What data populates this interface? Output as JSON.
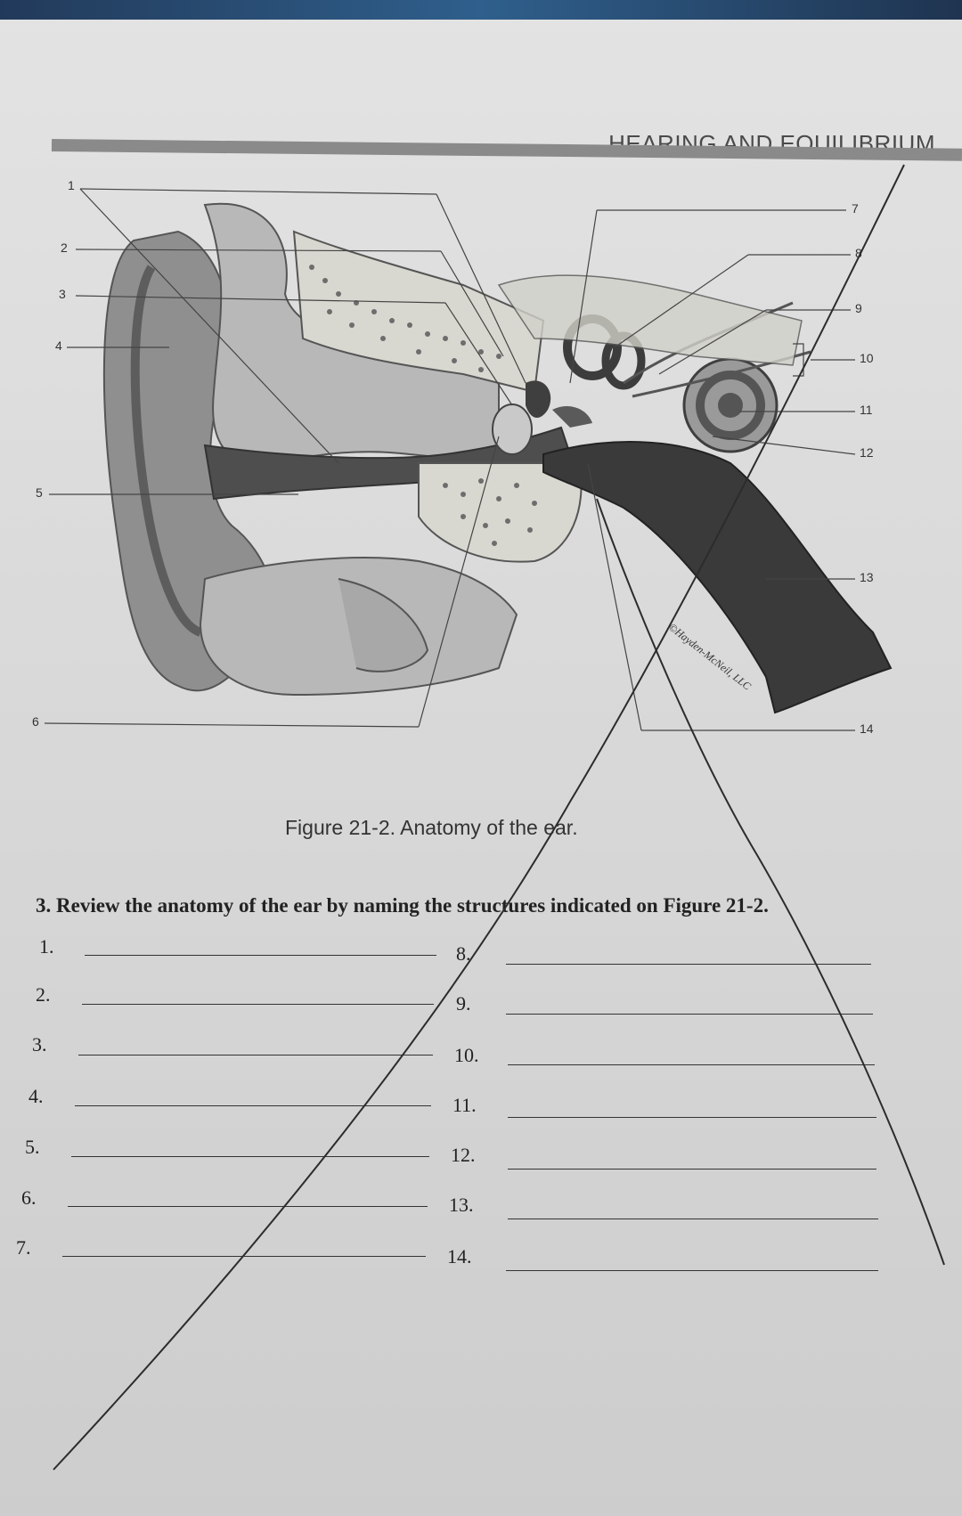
{
  "header": {
    "section_title": "HEARING AND EQUILIBRIUM"
  },
  "figure": {
    "caption": "Figure 21-2. Anatomy of the ear.",
    "watermark": "©Hayden-McNeil, LLC",
    "callouts": [
      "1",
      "2",
      "3",
      "4",
      "5",
      "6",
      "7",
      "8",
      "9",
      "10",
      "11",
      "12",
      "13",
      "14"
    ]
  },
  "question": {
    "text": "3. Review the anatomy of the ear by naming the structures indicated on Figure 21-2."
  },
  "answers": {
    "left": [
      "1.",
      "2.",
      "3.",
      "4.",
      "5.",
      "6.",
      "7."
    ],
    "right": [
      "8.",
      "9.",
      "10.",
      "11.",
      "12.",
      "13.",
      "14."
    ]
  }
}
